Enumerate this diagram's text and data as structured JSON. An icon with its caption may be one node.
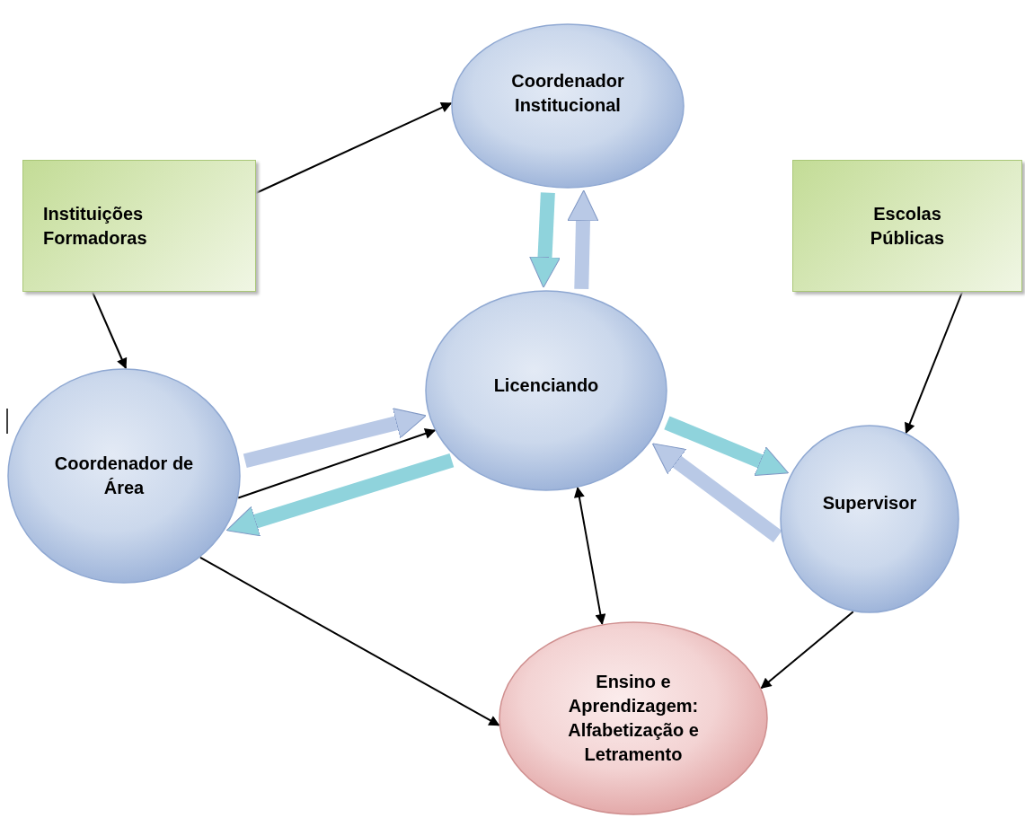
{
  "diagram": {
    "nodes": [
      {
        "text": [
          "Instituições Formadoras"
        ]
      },
      {
        "text": [
          "Coordenador Institucional"
        ]
      },
      {
        "text": [
          "Escolas Públicas"
        ]
      },
      {
        "text": [
          "Licenciando"
        ]
      },
      {
        "text": [
          "Coordenador de  Área"
        ]
      },
      {
        "text": [
          "Supervisor"
        ]
      },
      {
        "text": [
          "Ensino e Aprendizagem: Alfabetização e Letramento"
        ]
      }
    ],
    "edges": [
      {
        "from": 0,
        "to": 1,
        "arrow": "to"
      },
      {
        "from": 0,
        "to": 4,
        "arrow": "to"
      },
      {
        "from": 4,
        "to": 3,
        "arrow": "to"
      },
      {
        "from": 4,
        "to": 6,
        "arrow": "to"
      },
      {
        "from": 3,
        "to": 6,
        "arrow": "both"
      },
      {
        "from": 2,
        "to": 5,
        "arrow": "to"
      },
      {
        "from": 5,
        "to": 6,
        "arrow": "to"
      },
      {
        "from": 1,
        "to": 3,
        "arrow": "to",
        "style": "thick",
        "color": "#8fd3dc"
      },
      {
        "from": 3,
        "to": 1,
        "arrow": "to",
        "style": "thick",
        "color": "#b9c9e6"
      },
      {
        "from": 4,
        "to": 3,
        "arrow": "to",
        "style": "thick",
        "color": "#b9c9e6"
      },
      {
        "from": 3,
        "to": 4,
        "arrow": "to",
        "style": "thick",
        "color": "#8fd3dc"
      },
      {
        "from": 3,
        "to": 5,
        "arrow": "to",
        "style": "thick",
        "color": "#8fd3dc"
      },
      {
        "from": 5,
        "to": 3,
        "arrow": "to",
        "style": "thick",
        "color": "#b9c9e6"
      }
    ]
  }
}
